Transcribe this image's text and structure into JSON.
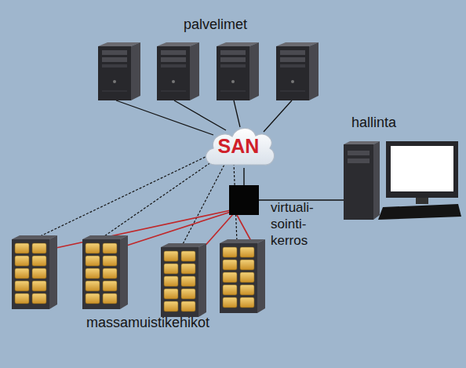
{
  "diagram": {
    "nodes": [
      {
        "text": [
          "SAN"
        ]
      },
      {
        "text": [
          "hallinta"
        ]
      },
      {
        "text": [
          "virtuali- sointi- kerros"
        ]
      }
    ],
    "edges": [
      {
        "from": 0,
        "to": 2,
        "arrow": "none"
      },
      {
        "from": 2,
        "to": 1,
        "arrow": "none"
      }
    ],
    "labels": [
      "palvelimet",
      "massamuistikehikot"
    ]
  }
}
